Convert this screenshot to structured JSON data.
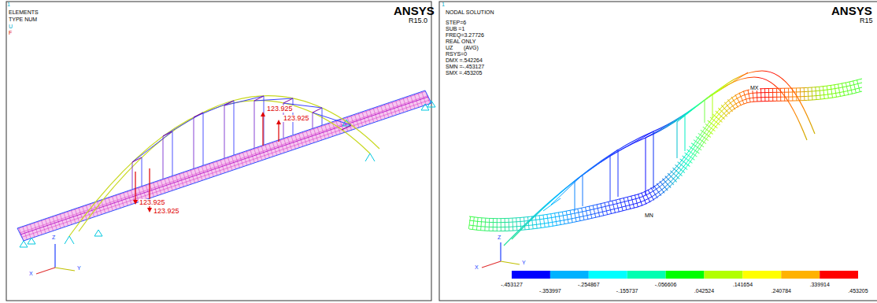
{
  "diagram": {
    "labels": [
      "1",
      "ELEMENTS",
      "TYPE NUM",
      "U",
      "F",
      "ANSYS",
      "R15.0",
      "123.925",
      "123.925",
      "123.925",
      "123.925",
      "Z",
      "X",
      "Y",
      "1",
      "NODAL SOLUTION",
      "STEP=6",
      "SUB =1",
      "FREQ=3.27726",
      "REAL ONLY",
      "UZ       (AVG)",
      "RSYS=0",
      "DMX =.542264",
      "SMN =-.453127",
      "SMX =.453205",
      "ANSYS",
      "R15",
      "MX",
      "MN",
      "Z",
      "X",
      "Y",
      "-.453127",
      "-.353997",
      "-.254867",
      "-.155737",
      "-.056606",
      ".042524",
      ".141654",
      ".240784",
      ".339914",
      ".453205"
    ]
  }
}
